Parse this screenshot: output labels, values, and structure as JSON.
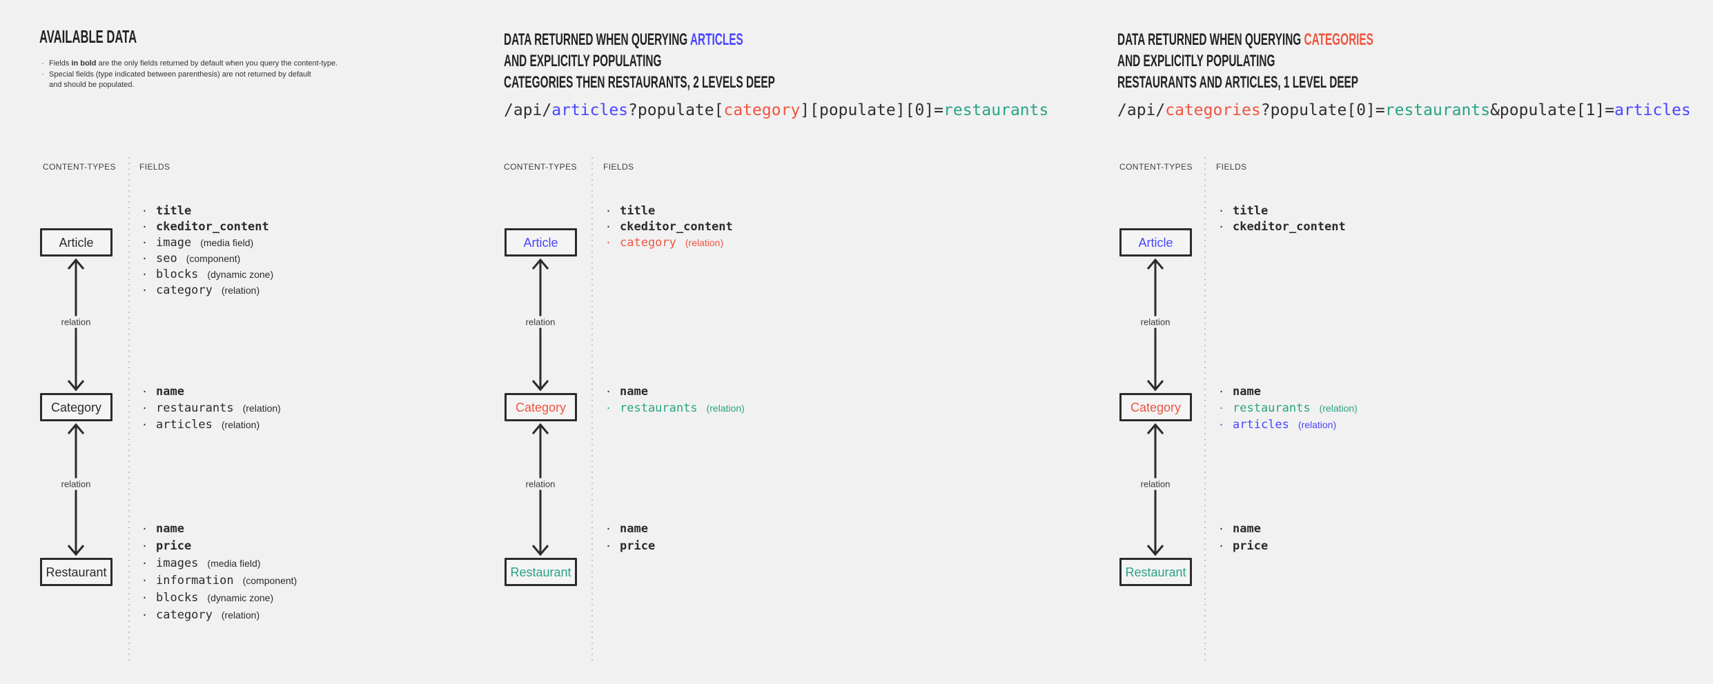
{
  "colors": {
    "dark": "#2b2b2b",
    "blue": "#4945ff",
    "red": "#ee5540",
    "teal": "#28a383",
    "background": "#f1f1f1",
    "divider": "#c3c3c3"
  },
  "ui": {
    "content_types_label": "CONTENT-TYPES",
    "fields_label": "FIELDS",
    "relation_label": "relation",
    "bullet_char": "·",
    "note_bullet_char": "·"
  },
  "columns": [
    {
      "id": "available-data",
      "title_lines": [
        [
          {
            "t": "AVAILABLE DATA"
          }
        ]
      ],
      "notes": [
        {
          "segments": [
            {
              "t": "Fields "
            },
            {
              "t": "in bold",
              "b": 1
            },
            {
              "t": " are the only fields returned by default when you query the content-type."
            }
          ]
        },
        {
          "segments": [
            {
              "t": "Special fields (type indicated between parenthesis) are not returned by default\nand should be populated."
            }
          ]
        }
      ],
      "boxes": [
        {
          "label": "Article",
          "color": "dark"
        },
        {
          "label": "Category",
          "color": "dark"
        },
        {
          "label": "Restaurant",
          "color": "dark"
        }
      ],
      "groups": [
        [
          {
            "n": "title",
            "b": 1
          },
          {
            "n": "ckeditor_content",
            "b": 1
          },
          {
            "n": "image",
            "t": "(media field)"
          },
          {
            "n": "seo",
            "t": "(component)"
          },
          {
            "n": "blocks",
            "t": "(dynamic zone)"
          },
          {
            "n": "category",
            "t": "(relation)"
          }
        ],
        [
          {
            "n": "name",
            "b": 1
          },
          {
            "n": "restaurants",
            "t": "(relation)"
          },
          {
            "n": "articles",
            "t": "(relation)"
          }
        ],
        [
          {
            "n": "name",
            "b": 1
          },
          {
            "n": "price",
            "b": 1
          },
          {
            "n": "images",
            "t": "(media field)"
          },
          {
            "n": "information",
            "t": "(component)"
          },
          {
            "n": "blocks",
            "t": "(dynamic zone)"
          },
          {
            "n": "category",
            "t": "(relation)"
          }
        ]
      ]
    },
    {
      "id": "query-articles",
      "title_lines": [
        [
          {
            "t": "DATA RETURNED WHEN QUERYING "
          },
          {
            "t": "ARTICLES",
            "c": "blue"
          }
        ],
        [
          {
            "t": "AND EXPLICITLY POPULATING"
          }
        ],
        [
          {
            "t": "CATEGORIES THEN RESTAURANTS, 2 LEVELS DEEP"
          }
        ]
      ],
      "code": [
        {
          "t": "/api/"
        },
        {
          "t": "articles",
          "c": "blue"
        },
        {
          "t": "?populate["
        },
        {
          "t": "category",
          "c": "red"
        },
        {
          "t": "][populate][0]="
        },
        {
          "t": "restaurants",
          "c": "teal"
        }
      ],
      "boxes": [
        {
          "label": "Article",
          "color": "blue"
        },
        {
          "label": "Category",
          "color": "red"
        },
        {
          "label": "Restaurant",
          "color": "teal"
        }
      ],
      "groups": [
        [
          {
            "n": "title",
            "b": 1
          },
          {
            "n": "ckeditor_content",
            "b": 1
          },
          {
            "n": "category",
            "t": "(relation)",
            "c": "red"
          }
        ],
        [
          {
            "n": "name",
            "b": 1
          },
          {
            "n": "restaurants",
            "t": "(relation)",
            "c": "teal"
          }
        ],
        [
          {
            "n": "name",
            "b": 1
          },
          {
            "n": "price",
            "b": 1
          }
        ]
      ]
    },
    {
      "id": "query-categories",
      "title_lines": [
        [
          {
            "t": "DATA RETURNED WHEN QUERYING "
          },
          {
            "t": "CATEGORIES",
            "c": "red"
          }
        ],
        [
          {
            "t": "AND EXPLICITLY POPULATING"
          }
        ],
        [
          {
            "t": "RESTAURANTS AND ARTICLES, 1 LEVEL DEEP"
          }
        ]
      ],
      "code": [
        {
          "t": "/api/"
        },
        {
          "t": "categories",
          "c": "red"
        },
        {
          "t": "?populate[0]="
        },
        {
          "t": "restaurants",
          "c": "teal"
        },
        {
          "t": "&populate[1]="
        },
        {
          "t": "articles",
          "c": "blue"
        }
      ],
      "boxes": [
        {
          "label": "Article",
          "color": "blue"
        },
        {
          "label": "Category",
          "color": "red"
        },
        {
          "label": "Restaurant",
          "color": "teal"
        }
      ],
      "groups": [
        [
          {
            "n": "title",
            "b": 1
          },
          {
            "n": "ckeditor_content",
            "b": 1
          }
        ],
        [
          {
            "n": "name",
            "b": 1
          },
          {
            "n": "restaurants",
            "t": "(relation)",
            "c": "teal"
          },
          {
            "n": "articles",
            "t": "(relation)",
            "c": "blue"
          }
        ],
        [
          {
            "n": "name",
            "b": 1
          },
          {
            "n": "price",
            "b": 1
          }
        ]
      ]
    }
  ]
}
